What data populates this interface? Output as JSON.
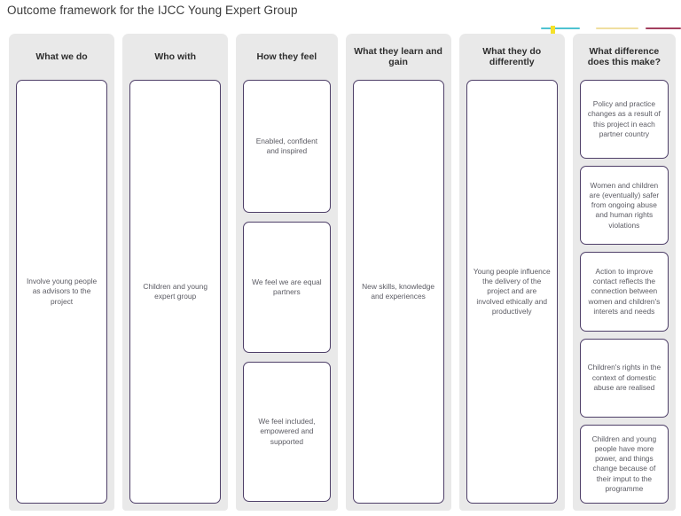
{
  "page": {
    "title": "Outcome framework for the IJCC Young Expert Group"
  },
  "decorations": {
    "teal_line": "teal-rule",
    "cream_line": "cream-rule",
    "maroon_line": "maroon-rule",
    "yellow_bar": "yellow-bar",
    "colors": {
      "teal": "#4fc3d1",
      "cream": "#f0dfa0",
      "maroon": "#a33f5e",
      "yellow": "#f5e12a",
      "card_border": "#4e3f68",
      "column_bg": "#e9e9e9",
      "text": "#5b5b63"
    }
  },
  "columns": [
    {
      "header": "What we do",
      "cards": [
        "Involve young people as advisors to the project"
      ]
    },
    {
      "header": "Who with",
      "cards": [
        "Children and young expert group"
      ]
    },
    {
      "header": "How they feel",
      "cards": [
        "Enabled, confident and inspired",
        "We feel we are equal partners",
        "We feel included, empowered and supported"
      ]
    },
    {
      "header": "What they learn and gain",
      "cards": [
        "New skills, knowledge and experiences"
      ]
    },
    {
      "header": "What they do differently",
      "cards": [
        "Young people influence the delivery of the project and are involved ethically and productively"
      ]
    },
    {
      "header": "What difference does this make?",
      "cards": [
        "Policy and practice changes as a result of this project in each partner country",
        "Women and children are (eventually) safer from ongoing abuse and human rights violations",
        "Action to improve contact reflects the connection between women and children's interets and needs",
        "Children's rights in the context of domestic abuse are realised",
        "Children and young people have more power, and things change because of their imput to the programme"
      ]
    }
  ]
}
